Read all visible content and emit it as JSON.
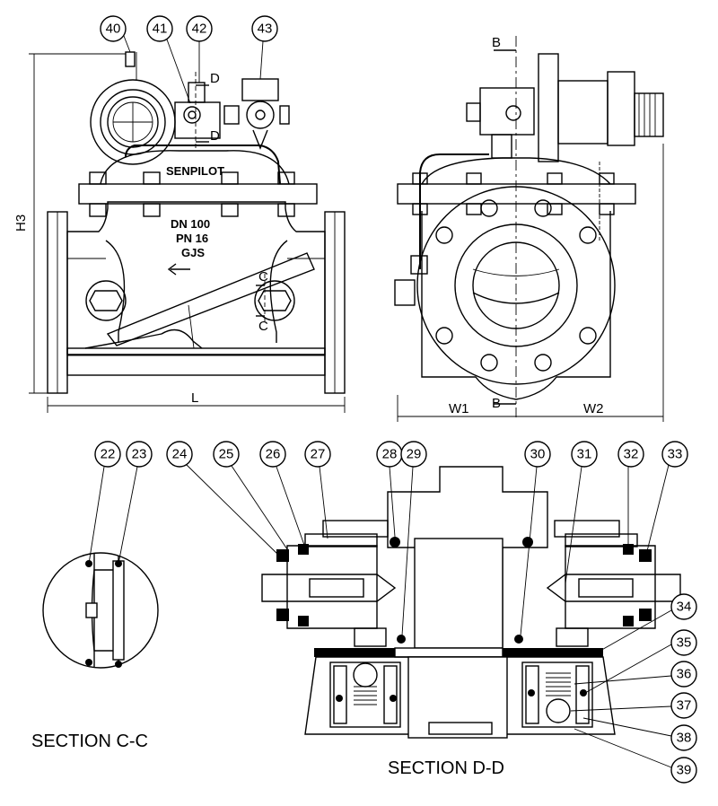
{
  "balloons": [
    "40",
    "41",
    "42",
    "43",
    "22",
    "23",
    "24",
    "25",
    "26",
    "27",
    "28",
    "29",
    "30",
    "31",
    "32",
    "33",
    "34",
    "35",
    "36",
    "37",
    "38",
    "39"
  ],
  "dimensions": {
    "height": "H3",
    "length": "L",
    "width_left": "W1",
    "width_right": "W2"
  },
  "section_markers": {
    "c": "C",
    "d": "D",
    "b": "B"
  },
  "body_markings": {
    "size": "DN 100",
    "pressure": "PN 16",
    "material": "GJS",
    "brand": "SENPILOT"
  },
  "captions": {
    "section_c": "SECTION C-C",
    "section_d": "SECTION D-D"
  }
}
